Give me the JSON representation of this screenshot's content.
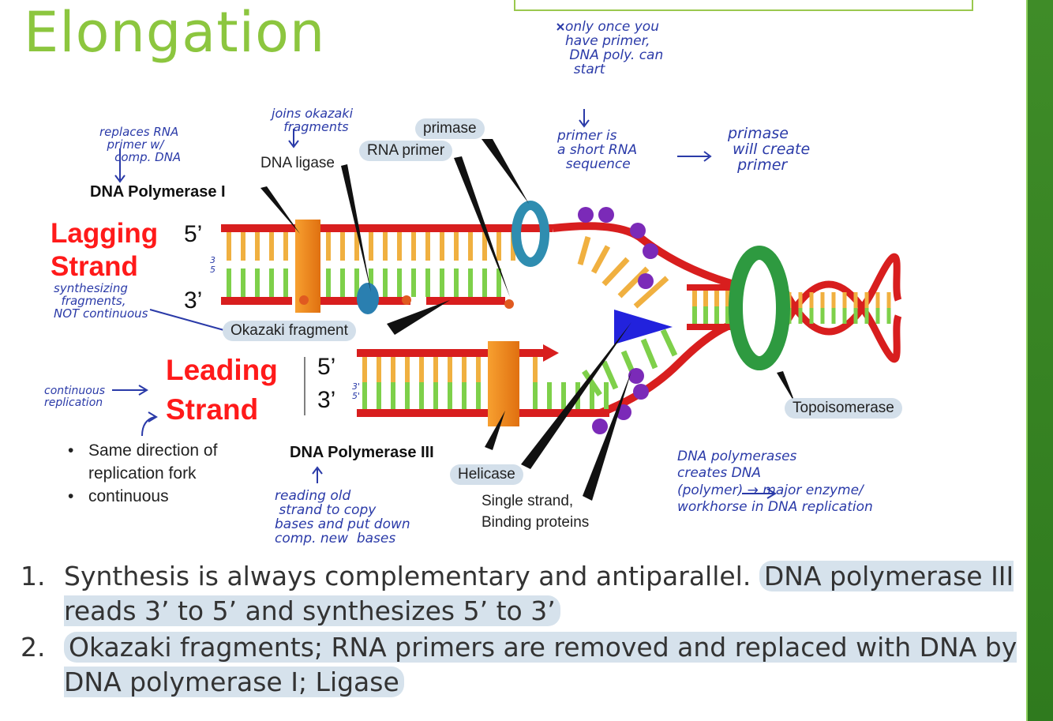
{
  "slide": {
    "title": "Elongation",
    "colors": {
      "title": "#8cc63f",
      "accent_bar": "#3a8524",
      "strand_label": "#ff1a1a",
      "ink": "#2a3aa8",
      "highlight": "#d3dfea"
    }
  },
  "diagram": {
    "labels": {
      "primase": "primase",
      "rna_primer": "RNA primer",
      "dna_ligase": "DNA ligase",
      "dna_pol_1": "DNA Polymerase I",
      "okazaki": "Okazaki fragment",
      "dna_pol_3": "DNA Polymerase III",
      "helicase": "Helicase",
      "ssb_line1": "Single strand,",
      "ssb_line2": "Binding proteins",
      "topoisomerase": "Topoisomerase",
      "lagging1": "Lagging",
      "lagging2": "Strand",
      "leading1": "Leading",
      "leading2": "Strand",
      "lag_5": "5’",
      "lag_3": "3’",
      "lead_5": "5’",
      "lead_3": "3’"
    },
    "bullets": [
      "Same direction of replication fork",
      "continuous"
    ]
  },
  "annotations": {
    "replaces": "replaces RNA\n  primer w/\n    comp. DNA",
    "joins": "joins okazaki\n   fragments",
    "only_once": "only once you\nhave primer,\n DNA poly. can\n  start",
    "primer_is": "primer is\na short RNA\n  sequence",
    "primase_will": "primase\n will create\n  primer",
    "synth": "synthesizing\n  fragments,\nNOT continuous",
    "continuous": "continuous\nreplication",
    "reading": "reading old\n strand to copy\nbases and put down\ncomp. new  bases",
    "dna_polymerases": "DNA polymerases\ncreates DNA\n(polymer) → major enzyme/\nworkhorse in DNA replication",
    "small_35": "3\n5",
    "small_35b": "3'\n5'"
  },
  "points": [
    {
      "num": "1.",
      "plain": "Synthesis is always complementary and antiparallel.",
      "highlight": "DNA polymerase III reads 3’ to 5’ and synthesizes 5’ to 3’"
    },
    {
      "num": "2.",
      "plain": "",
      "highlight": "Okazaki fragments; RNA primers are removed and replaced with DNA by DNA polymerase I;  Ligase"
    }
  ]
}
